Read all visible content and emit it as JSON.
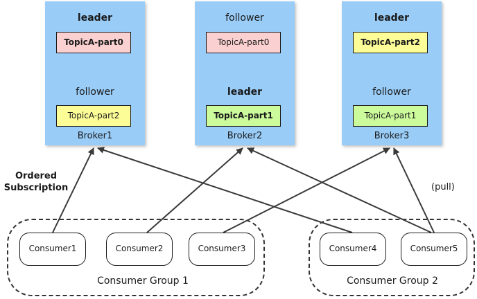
{
  "brokers": [
    {
      "label": "Broker1",
      "top_role": "leader",
      "top_partition": "TopicA-part0",
      "bottom_role": "follower",
      "bottom_partition": "TopicA-part2"
    },
    {
      "label": "Broker2",
      "top_role": "follower",
      "top_partition": "TopicA-part0",
      "bottom_role": "leader",
      "bottom_partition": "TopicA-part1"
    },
    {
      "label": "Broker3",
      "top_role": "leader",
      "top_partition": "TopicA-part2",
      "bottom_role": "follower",
      "bottom_partition": "TopicA-part1"
    }
  ],
  "consumers": [
    "Consumer1",
    "Consumer2",
    "Consumer3",
    "Consumer4",
    "Consumer5"
  ],
  "groups": [
    "Consumer Group 1",
    "Consumer Group 2"
  ],
  "notes": {
    "ordered_line1": "Ordered",
    "ordered_line2": "Subscription",
    "pull": "(pull)"
  },
  "colors": {
    "broker": "#99ccf7",
    "partition_pink": "#fbd0d0",
    "partition_yellow": "#fdfd98",
    "partition_green": "#ccfb9c"
  }
}
